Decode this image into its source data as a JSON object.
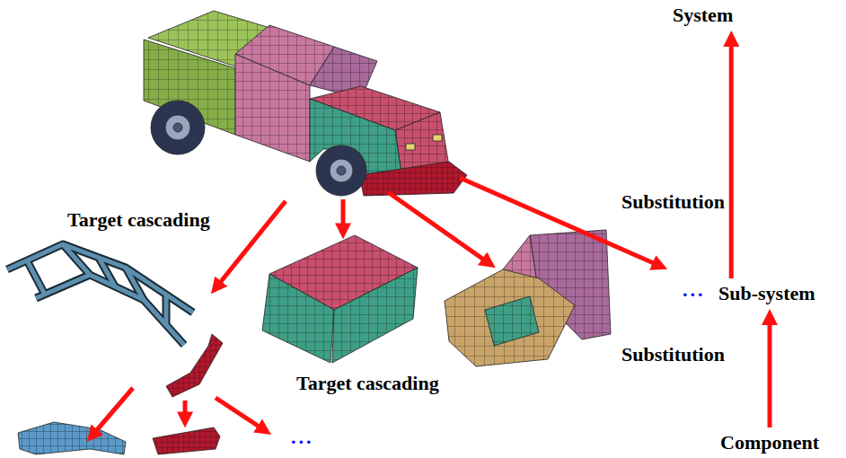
{
  "diagram": {
    "nodes": [
      {
        "text": [
          "System"
        ]
      },
      {
        "text": [
          "Sub-system"
        ]
      },
      {
        "text": [
          "Component"
        ]
      }
    ],
    "edges": [
      {
        "from": 1,
        "to": 0,
        "label": "Substitution",
        "arrow": "to"
      },
      {
        "from": 2,
        "to": 1,
        "label": "Substitution",
        "arrow": "to"
      }
    ],
    "labels": [
      "Target cascading",
      "Target cascading",
      "...",
      "..."
    ]
  }
}
